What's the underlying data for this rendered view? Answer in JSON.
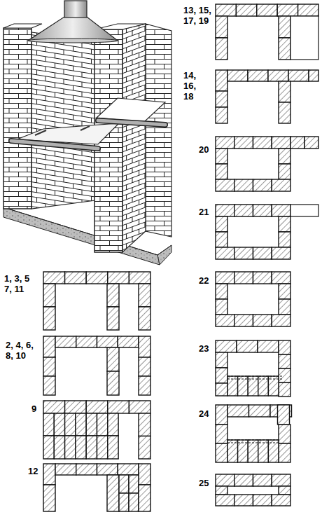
{
  "diagram": {
    "labels": [
      "13, 15, 17, 19",
      "14, 16, 18",
      "20",
      "21",
      "22",
      "23",
      "24",
      "25",
      "1, 3, 5 7, 11",
      "2, 4, 6, 8, 10",
      "9",
      "12"
    ]
  }
}
